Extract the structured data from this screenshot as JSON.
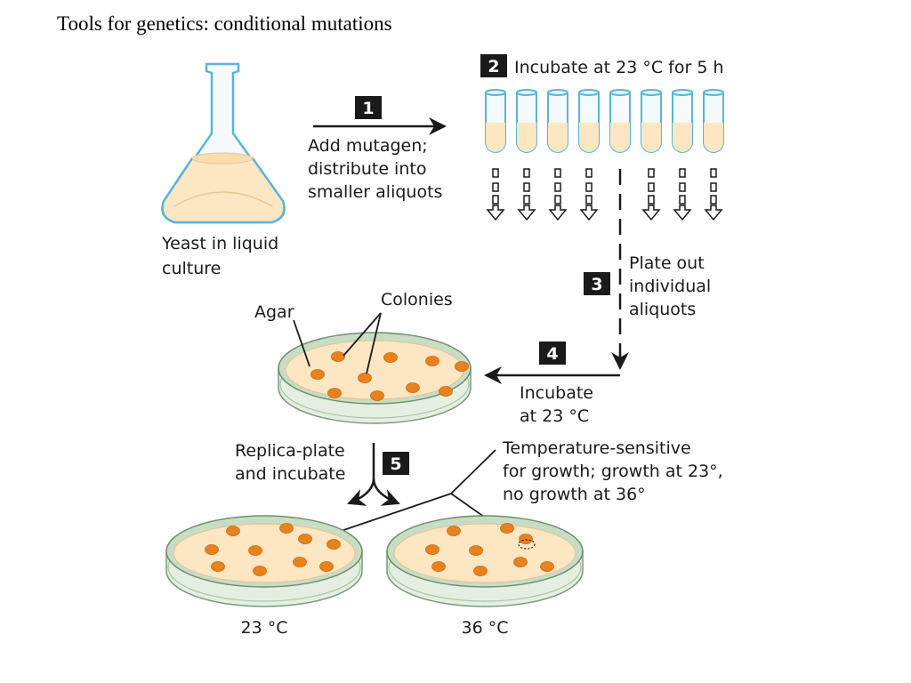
{
  "slide_title": "Tools for genetics:  conditional mutations",
  "flask_label": [
    "Yeast in liquid",
    "culture"
  ],
  "step1": {
    "number": "1",
    "text": [
      "Add mutagen;",
      "distribute into",
      "smaller aliquots"
    ]
  },
  "step2": {
    "number": "2",
    "text": "Incubate at 23 °C for 5 h"
  },
  "step3": {
    "number": "3",
    "text": [
      "Plate out",
      "individual",
      "aliquots"
    ]
  },
  "step4": {
    "number": "4",
    "text": [
      "Incubate",
      "at 23 °C"
    ]
  },
  "step5": {
    "number": "5",
    "text": [
      "Replica-plate",
      "and incubate"
    ]
  },
  "labels": {
    "agar": "Agar",
    "colonies": "Colonies",
    "ts_note": [
      "Temperature-sensitive",
      "for growth; growth at 23°,",
      "no growth at 36°"
    ],
    "plate_23": "23 °C",
    "plate_36": "36 °C"
  },
  "colors": {
    "step_box": "#1a1a1a",
    "glass_outline": "#5bb4d8",
    "culture": "#fde6c2",
    "colony": "#e8821f",
    "dish_rim": "#c9dcc4"
  }
}
